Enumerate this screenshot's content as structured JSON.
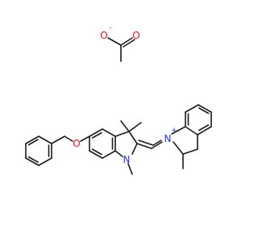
{
  "molecule": {
    "atoms": {
      "acetate_o_minus": "O",
      "acetate_o_minus_charge": "-",
      "acetate_o_double": "O",
      "ether_o": "O",
      "indoline_n": "N",
      "indolium_n": "N",
      "indolium_n_charge": "+"
    },
    "colors": {
      "bond": "#1a1a1a",
      "oxygen": "#ff0d0d",
      "nitrogen": "#2233ff"
    }
  }
}
